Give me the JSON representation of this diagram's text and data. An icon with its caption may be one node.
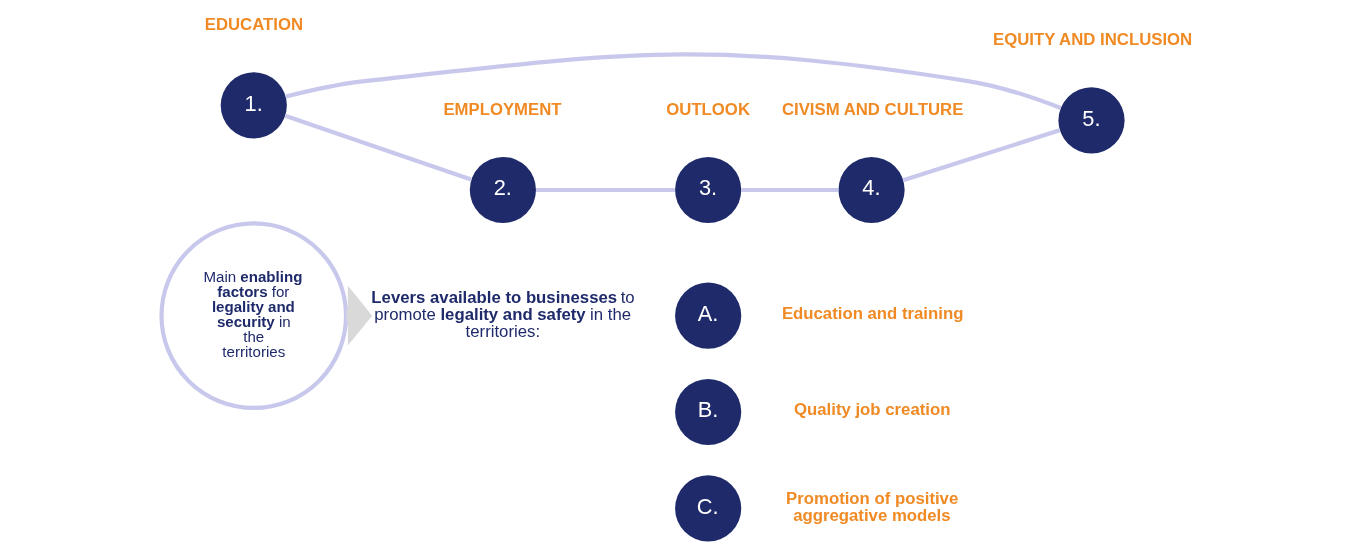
{
  "diagram": {
    "nodes": [
      {
        "text": [
          "Main **enabling factors** for **legality and security** in the territories"
        ]
      },
      {
        "text": [
          "1."
        ],
        "beside": [
          "EDUCATION"
        ]
      },
      {
        "text": [
          "2."
        ],
        "beside": [
          "EMPLOYMENT"
        ]
      },
      {
        "text": [
          "3."
        ],
        "beside": [
          "OUTLOOK"
        ]
      },
      {
        "text": [
          "4."
        ],
        "beside": [
          "CIVISM AND CULTURE"
        ]
      },
      {
        "text": [
          "5."
        ],
        "beside": [
          "EQUITY AND INCLUSION"
        ]
      },
      {
        "text": [
          "**Levers available to businesses** to promote **legality and safety** in the territories:"
        ]
      },
      {
        "text": [
          "A."
        ],
        "beside": [
          "Education and training"
        ]
      },
      {
        "text": [
          "B."
        ],
        "beside": [
          "Quality job creation"
        ]
      },
      {
        "text": [
          "C."
        ],
        "beside": [
          "Promotion of positive aggregative models"
        ]
      }
    ],
    "edges": [
      {
        "from": 1,
        "to": 2,
        "arrow": "none"
      },
      {
        "from": 2,
        "to": 3,
        "arrow": "none"
      },
      {
        "from": 3,
        "to": 4,
        "arrow": "none"
      },
      {
        "from": 4,
        "to": 5,
        "arrow": "none"
      },
      {
        "from": 5,
        "to": 1,
        "arrow": "none"
      },
      {
        "from": 0,
        "to": 6,
        "arrow": "to",
        "style": "thick",
        "color": "#d9d9d9"
      }
    ]
  }
}
